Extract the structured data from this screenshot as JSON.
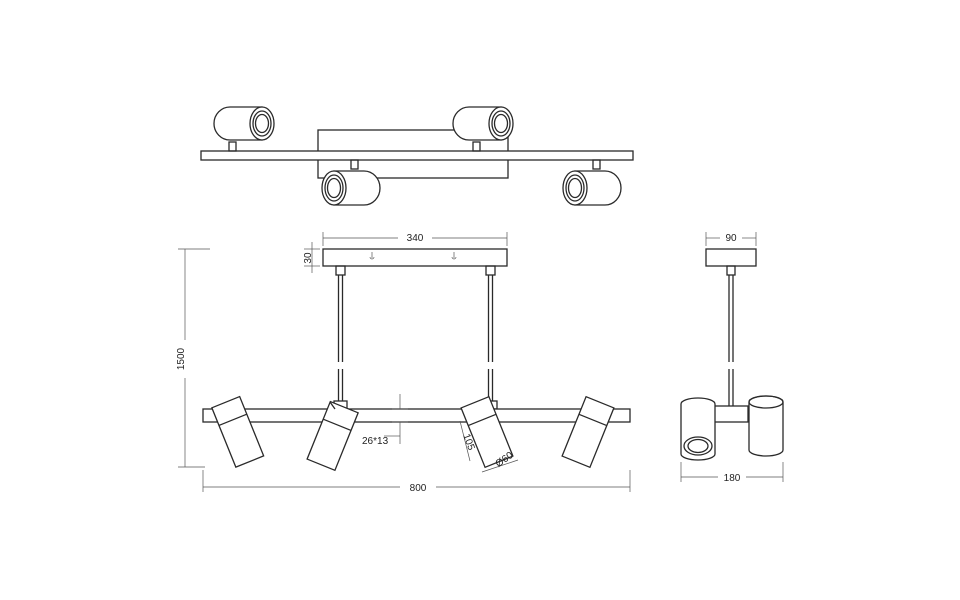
{
  "drawing": {
    "dimensions": {
      "canopy_width": "340",
      "canopy_height": "30",
      "overall_height": "1500",
      "overall_width": "800",
      "bar_section": "26*13",
      "spot_length": "105",
      "spot_diameter": "Ø60",
      "side_canopy_width": "90",
      "side_spot_span": "180"
    }
  }
}
